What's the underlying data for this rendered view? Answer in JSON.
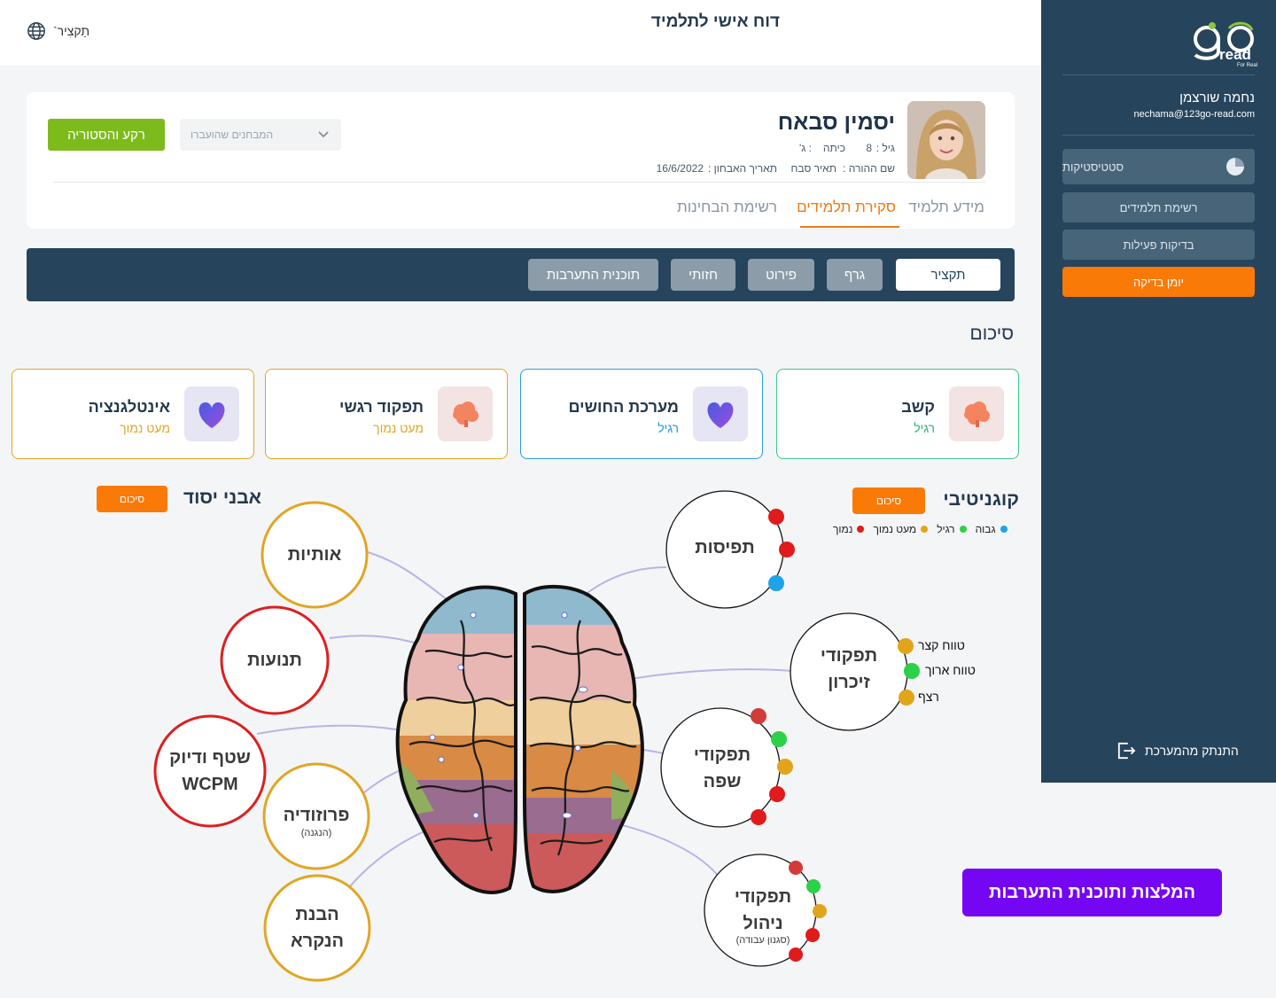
{
  "header": {
    "title": "דוח אישי לתלמיד",
    "lang_label": "תַקצִיר`"
  },
  "sidebar": {
    "logo_text": "read",
    "logo_sub": "For Real",
    "user_name": "נחמה שורצמן",
    "user_email": "nechama@123go-read.com",
    "items": [
      {
        "label": "סטטיסטיקות"
      },
      {
        "label": "רשימת תלמידים"
      },
      {
        "label": "בדיקות פעילות"
      },
      {
        "label": "יומן בדיקה"
      }
    ],
    "logout_label": "התנתק מהמערכת"
  },
  "student": {
    "name": "יסמין סבאח",
    "age_label": "גיל :",
    "age": "8",
    "class_label": "כיתה",
    "class_value": ": ג'",
    "parent_label": "שם ההורה :",
    "parent": "תאיר סבח",
    "date_label": "תאריך האבחון :",
    "date": "16/6/2022"
  },
  "card": {
    "dropdown_placeholder": "המבחנים שהועברו",
    "history_button": "רקע והסטוריה",
    "tabs": [
      {
        "label": "מידע תלמיד"
      },
      {
        "label": "סקירת תלמידים"
      },
      {
        "label": "רשימת הבחינות"
      }
    ]
  },
  "toolbar": {
    "buttons": [
      {
        "label": "תקציר"
      },
      {
        "label": "גרף"
      },
      {
        "label": "פירוט"
      },
      {
        "label": "חזותי"
      },
      {
        "label": "תוכנית התערבות"
      }
    ]
  },
  "summary": {
    "title": "סיכום",
    "cards": [
      {
        "title": "קשב",
        "level": "רגיל",
        "color": "#3cc98a",
        "level_color": "#2bb673"
      },
      {
        "title": "מערכת החושים",
        "level": "רגיל",
        "color": "#27a0d6",
        "level_color": "#1c9bd6"
      },
      {
        "title": "תפקוד רגשי",
        "level": "מעט נמוך",
        "color": "#e0a623",
        "level_color": "#e0a623"
      },
      {
        "title": "אינטלגנציה",
        "level": "מעט נמוך",
        "color": "#e0a623",
        "level_color": "#e0a623"
      }
    ]
  },
  "cognitive": {
    "title": "קוגניטיבי",
    "summary_button": "סיכום",
    "legend": [
      {
        "label": "גבוה",
        "color": "#1ea3e6"
      },
      {
        "label": "רגיל",
        "color": "#2bd146"
      },
      {
        "label": "מעט נמוך",
        "color": "#e2a41a"
      },
      {
        "label": "נמוך",
        "color": "#e01b1b"
      }
    ],
    "nodes": {
      "perception": "תפיסות",
      "memory_1": "תפקודי",
      "memory_2": "זיכרון",
      "language_1": "תפקודי",
      "language_2": "שפה",
      "executive_1": "תפקודי",
      "executive_2": "ניהול",
      "executive_sub": "(סגנון עבודה)"
    },
    "memory_labels": [
      "טווח קצר",
      "טווח ארוך",
      "רצף"
    ]
  },
  "foundation": {
    "title": "אבני יסוד",
    "summary_button": "סיכום",
    "nodes": {
      "letters": "אותיות",
      "vowels": "תנועות",
      "fluency_1": "שטף ודיוק",
      "fluency_2": "WCPM",
      "prosody": "פרוזודיה",
      "prosody_sub": "(הנגנה)",
      "comp_1": "הבנת",
      "comp_2": "הנקרא"
    }
  },
  "cta": {
    "label": "המלצות ותוכנית התערבות"
  }
}
